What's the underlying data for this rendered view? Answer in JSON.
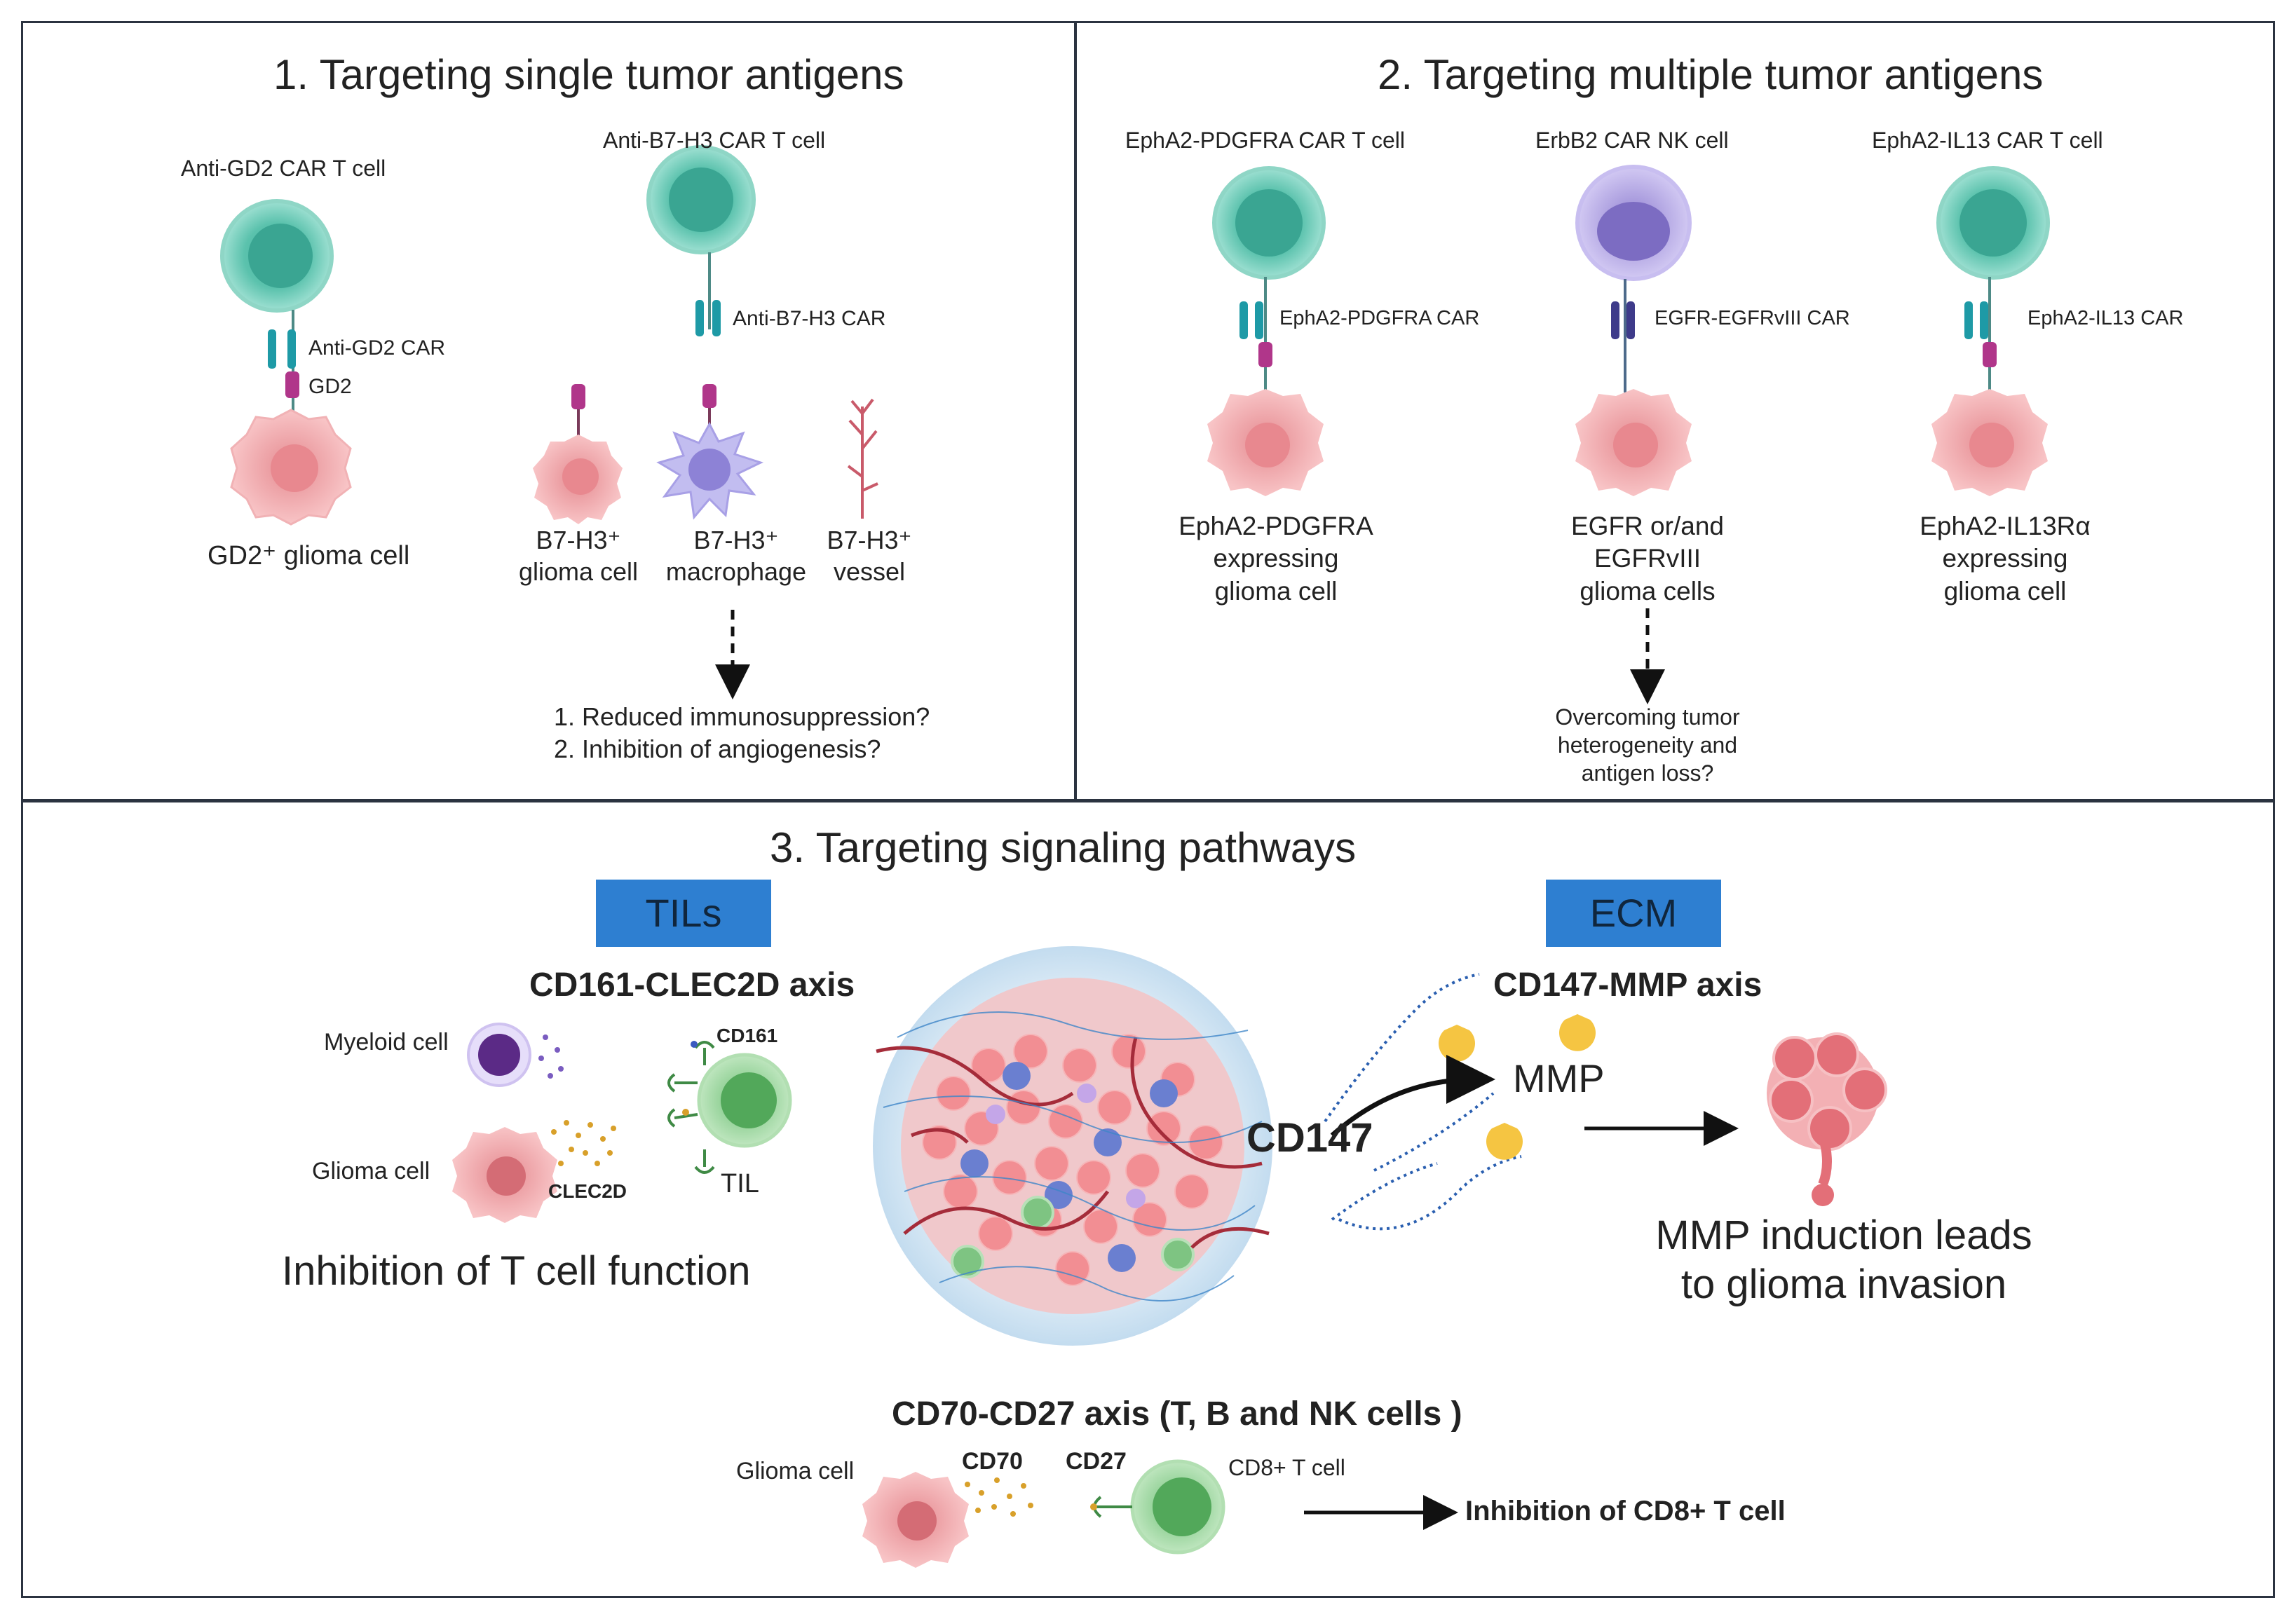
{
  "panel1": {
    "title": "1.  Targeting single tumor antigens",
    "gd2": {
      "cell_label": "Anti-GD2 CAR T cell",
      "car_label": "Anti-GD2 CAR",
      "antigen_label": "GD2",
      "target_label": "GD2⁺ glioma cell"
    },
    "b7h3": {
      "cell_label": "Anti-B7-H3 CAR T cell",
      "car_label": "Anti-B7-H3 CAR",
      "targets": [
        "B7-H3⁺\nglioma cell",
        "B7-H3⁺\nmacrophage",
        "B7-H3⁺\nvessel"
      ],
      "outcomes": [
        "1.  Reduced immunosuppression?",
        "2.  Inhibition of angiogenesis?"
      ]
    }
  },
  "panel2": {
    "title": "2.  Targeting multiple tumor antigens",
    "cars": [
      {
        "cell_label": "EphA2-PDGFRA CAR T cell",
        "car_label": "EphA2-PDGFRA CAR",
        "target_label": "EphA2-PDGFRA\nexpressing\nglioma cell"
      },
      {
        "cell_label": "ErbB2 CAR NK cell",
        "car_label": "EGFR-EGFRvIII CAR",
        "target_label": "EGFR or/and\nEGFRvIII\nglioma cells"
      },
      {
        "cell_label": "EphA2-IL13 CAR T cell",
        "car_label": "EphA2-IL13 CAR",
        "target_label": "EphA2-IL13Rα\nexpressing\nglioma cell"
      }
    ],
    "outcome": "Overcoming tumor\nheterogeneity and\nantigen loss?"
  },
  "panel3": {
    "title": "3.  Targeting signaling pathways",
    "tils_box": "TILs",
    "ecm_box": "ECM",
    "cd161": {
      "axis_title": "CD161-CLEC2D axis",
      "myeloid_label": "Myeloid cell",
      "glioma_label": "Glioma cell",
      "clec2d_label": "CLEC2D",
      "cd161_label": "CD161",
      "til_label": "TIL",
      "effect": "Inhibition of T cell function"
    },
    "cd147": {
      "axis_title": "CD147-MMP axis",
      "cd147_label": "CD147",
      "mmp_label": "MMP",
      "effect": "MMP induction leads\nto glioma invasion"
    },
    "cd70": {
      "axis_title": "CD70-CD27 axis (T, B and NK cells )",
      "glioma_label": "Glioma cell",
      "cd70_label": "CD70",
      "cd27_label": "CD27",
      "tcell_label": "CD8+ T cell",
      "effect": "Inhibition of CD8+ T cell"
    }
  },
  "colors": {
    "car_t_cell": "#6cc6b3",
    "car_nk_cell": "#b3a6e6",
    "glioma_cell": "#f2a3a8",
    "car_receptor": "#1e9aa6",
    "antigen": "#b0368a",
    "til_cell": "#8ccf8f",
    "box_blue": "#2e7fd1",
    "mmp_yellow": "#f5c542"
  }
}
